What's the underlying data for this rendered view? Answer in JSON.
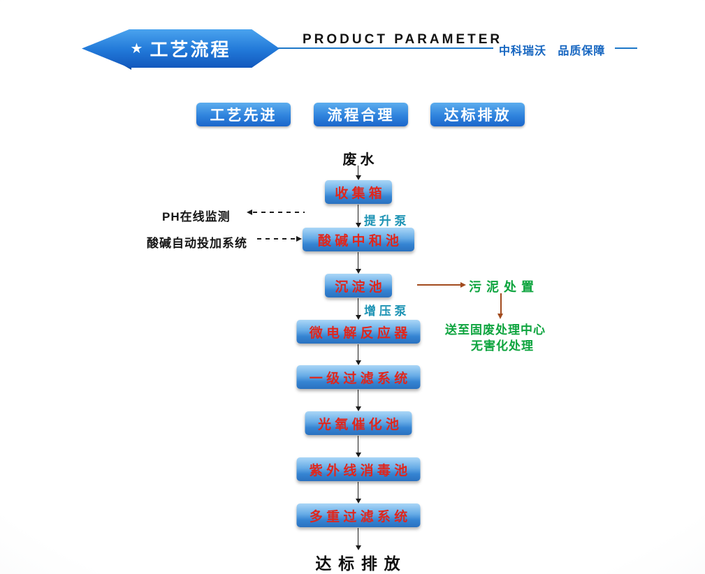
{
  "header": {
    "star": "★",
    "title": "工艺流程",
    "subtitle_en": "PRODUCT PARAMETER",
    "brand": "中科瑞沃   品质保障"
  },
  "badges": [
    {
      "label": "工艺先进"
    },
    {
      "label": "流程合理"
    },
    {
      "label": "达标排放"
    }
  ],
  "flow": {
    "start_label": "废 水",
    "boxes": [
      {
        "label": "收 集 箱"
      },
      {
        "label": "酸 碱 中 和 池"
      },
      {
        "label": "沉 淀 池"
      },
      {
        "label": "微 电 解 反 应 器"
      },
      {
        "label": "一 级 过 滤 系 统"
      },
      {
        "label": "光 氧 催 化 池"
      },
      {
        "label": "紫 外 线 消 毒 池"
      },
      {
        "label": "多 重 过 滤 系 统"
      }
    ],
    "pump_labels": [
      {
        "label": "提 升 泵"
      },
      {
        "label": "增 压 泵"
      }
    ],
    "left_annotations": [
      {
        "label": "PH在线监测"
      },
      {
        "label": "酸碱自动投加系统"
      }
    ],
    "sludge_branch": {
      "sludge_label": "污 泥 处 置",
      "disposal_line1": "送至固废处理中心",
      "disposal_line2": "无害化处理"
    },
    "end_label": "达 标 排 放"
  },
  "colors": {
    "banner_blue": "#2178d8",
    "line_blue": "#1e78c8",
    "brand_blue": "#1565c0",
    "box_text_red": "#e0261c",
    "pump_teal": "#1d93b4",
    "branch_green": "#0da43e",
    "branch_brown": "#a24b1e"
  }
}
